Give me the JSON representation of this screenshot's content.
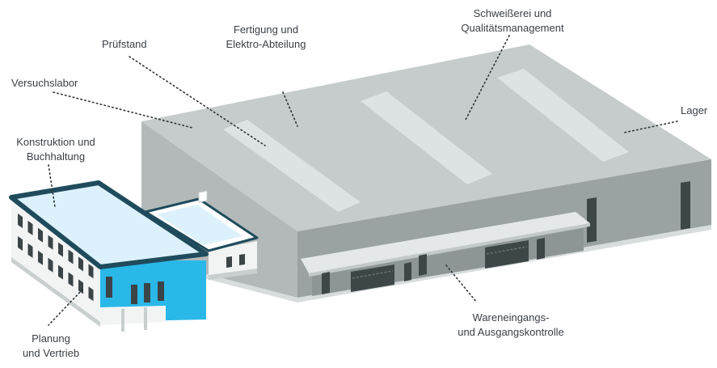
{
  "labels": {
    "versuchslabor": [
      "Versuchslabor"
    ],
    "pruefstand": [
      "Prüfstand"
    ],
    "fertigung": [
      "Fertigung und",
      "Elektro-Abteilung"
    ],
    "schweisserei": [
      "Schweißerei und",
      "Qualitätsmanagement"
    ],
    "lager": [
      "Lager"
    ],
    "konstruktion": [
      "Konstruktion und",
      "Buchhaltung"
    ],
    "planung": [
      "Planung",
      "und Vertrieb"
    ],
    "wareneingang": [
      "Wareneingangs-",
      "und Ausgangskontrolle"
    ]
  },
  "colors": {
    "hall_roof": "#c5cccb",
    "hall_front": "#9aa2a2",
    "hall_left": "#b3b9b9",
    "skylight": "#dde3e2",
    "canopy": "#e4e8e8",
    "door": "#3e4747",
    "office_roof": "#dcf1fb",
    "office_outline": "#1f4b5c",
    "office_accent": "#29b8e8",
    "office_wall": "#f2f4f4",
    "window": "#3b4446",
    "leader_line": "#2f3436",
    "label_text": "#3a3f44"
  }
}
